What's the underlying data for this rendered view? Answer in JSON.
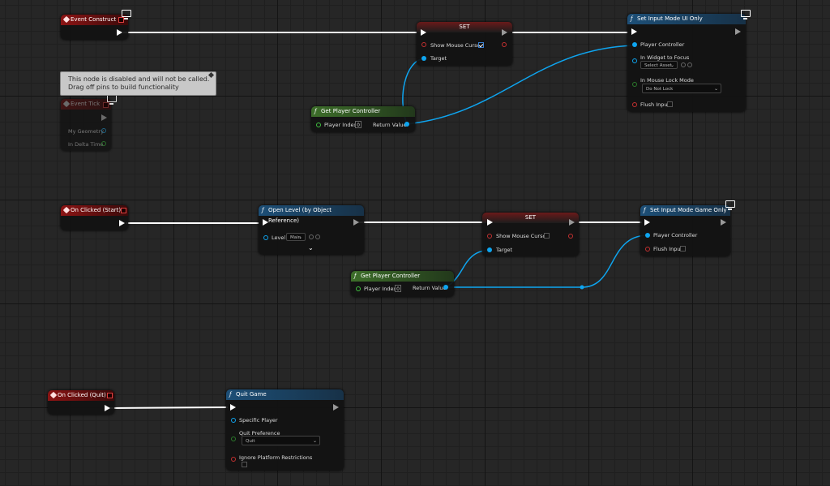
{
  "nodes": {
    "event_construct": {
      "title": "Event Construct"
    },
    "set1": {
      "title": "SET",
      "show_mouse_cursor": "Show Mouse Cursor",
      "target": "Target"
    },
    "input_ui": {
      "title": "Set Input Mode UI Only",
      "player_controller": "Player Controller",
      "in_widget": "In Widget to Focus",
      "widget_value": "Select Asset",
      "lock_mode": "In Mouse Lock Mode",
      "lock_value": "Do Not Lock",
      "flush_input": "Flush Input"
    },
    "tooltip": {
      "line1": "This node is disabled and will not be called.",
      "line2": "Drag off pins to build functionality"
    },
    "event_tick": {
      "title": "Event Tick",
      "my_geometry": "My Geometry",
      "delta_time": "In Delta Time"
    },
    "gpc1": {
      "title": "Get Player Controller",
      "player_index": "Player Index",
      "index_value": "0",
      "return_value": "Return Value"
    },
    "on_clicked_start": {
      "title": "On Clicked (Start)"
    },
    "open_level": {
      "title": "Open Level (by Object Reference)",
      "level": "Level",
      "level_value": "Main"
    },
    "set2": {
      "title": "SET",
      "show_mouse_cursor": "Show Mouse Cursor",
      "target": "Target"
    },
    "input_game": {
      "title": "Set Input Mode Game Only",
      "player_controller": "Player Controller",
      "flush_input": "Flush Input"
    },
    "gpc2": {
      "title": "Get Player Controller",
      "player_index": "Player Index",
      "index_value": "0",
      "return_value": "Return Value"
    },
    "on_clicked_quit": {
      "title": "On Clicked (Quit)"
    },
    "quit_game": {
      "title": "Quit Game",
      "specific_player": "Specific Player",
      "quit_pref": "Quit Preference",
      "quit_value": "Quit",
      "ignore": "Ignore Platform Restrictions"
    }
  },
  "colors": {
    "exec_wire": "#ffffff",
    "object_wire": "#0ea5f0",
    "event_header": "#8c1414",
    "function_header": "#1d4f77",
    "pure_header": "#3d6e2a"
  }
}
